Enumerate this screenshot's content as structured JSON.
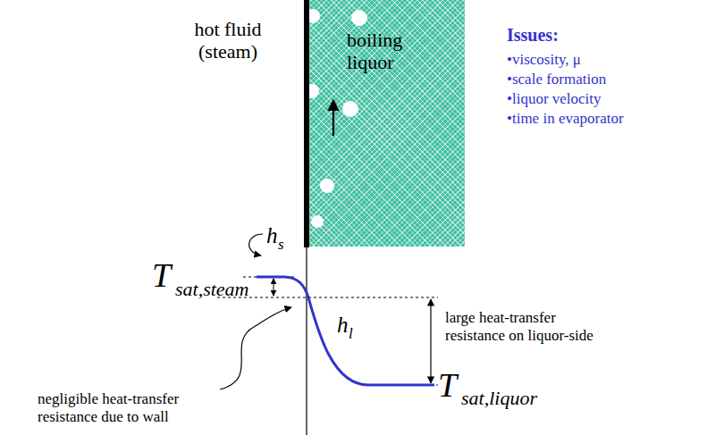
{
  "diagram": {
    "nodes": [
      {
        "text": [
          "boiling liquor"
        ]
      }
    ],
    "labels": [
      "hot fluid (steam)",
      "Issues:",
      "•viscosity, μ",
      "•scale formation",
      "•liquor velocity",
      "•time in evaporator",
      "T",
      "sat,steam",
      "h",
      "s",
      "h",
      "l",
      "large heat-transfer resistance on liquor-side",
      "negligible heat-transfer resistance due to wall",
      "T",
      "sat,liquor"
    ]
  }
}
